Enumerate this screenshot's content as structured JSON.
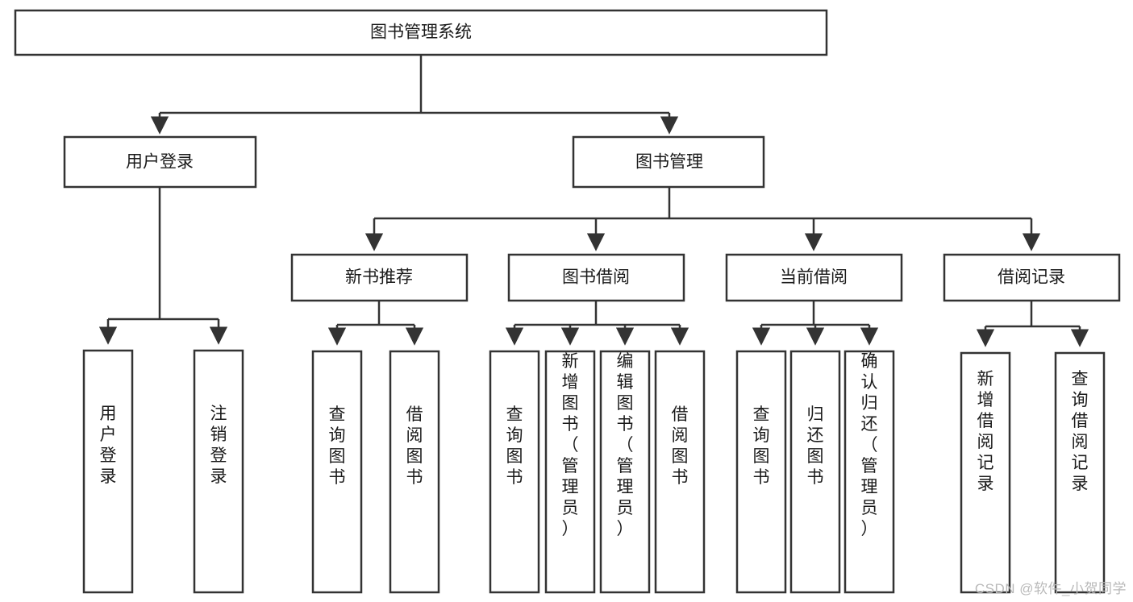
{
  "diagram": {
    "title": "图书管理系统",
    "type": "hierarchy-tree",
    "watermark": "CSDN @软件_小贺同学",
    "colors": {
      "box_fill": "#ffffff",
      "box_stroke": "#333333",
      "text": "#1a1a1a",
      "background": "#ffffff",
      "watermark": "#b9b9b9"
    },
    "nodes": {
      "root": {
        "label": "图书管理系统",
        "orientation": "horizontal"
      },
      "level2": [
        {
          "label": "用户登录",
          "orientation": "horizontal"
        },
        {
          "label": "图书管理",
          "orientation": "horizontal"
        }
      ],
      "level3": [
        {
          "label": "新书推荐",
          "orientation": "horizontal"
        },
        {
          "label": "图书借阅",
          "orientation": "horizontal"
        },
        {
          "label": "当前借阅",
          "orientation": "horizontal"
        },
        {
          "label": "借阅记录",
          "orientation": "horizontal"
        }
      ],
      "leaves": {
        "user_login": [
          {
            "label": "用户登录",
            "orientation": "vertical"
          },
          {
            "label": "注销登录",
            "orientation": "vertical"
          }
        ],
        "new_book_recommend": [
          {
            "label": "查询图书",
            "orientation": "vertical"
          },
          {
            "label": "借阅图书",
            "orientation": "vertical"
          }
        ],
        "book_borrow": [
          {
            "label": "查询图书",
            "orientation": "vertical"
          },
          {
            "label": "新增图书（管理员）",
            "orientation": "vertical"
          },
          {
            "label": "编辑图书（管理员）",
            "orientation": "vertical"
          },
          {
            "label": "借阅图书",
            "orientation": "vertical"
          }
        ],
        "current_borrow": [
          {
            "label": "查询图书",
            "orientation": "vertical"
          },
          {
            "label": "归还图书",
            "orientation": "vertical"
          },
          {
            "label": "确认归还（管理员）",
            "orientation": "vertical"
          }
        ],
        "borrow_record": [
          {
            "label": "新增借阅记录",
            "orientation": "vertical"
          },
          {
            "label": "查询借阅记录",
            "orientation": "vertical"
          }
        ]
      }
    }
  }
}
